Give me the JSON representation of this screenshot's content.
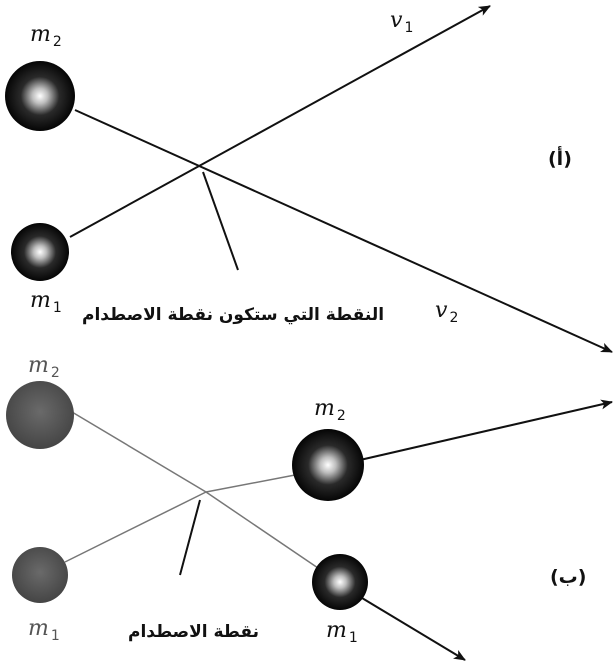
{
  "panel_a": {
    "label": "(أ)",
    "mass2": {
      "symbol": "m",
      "subscript": "2"
    },
    "mass1": {
      "symbol": "m",
      "subscript": "1"
    },
    "v1": {
      "symbol": "v",
      "subscript": "1"
    },
    "v2": {
      "symbol": "v",
      "subscript": "2"
    },
    "collision_point_caption": "النقطة التي ستكون نقطة الاصطدام"
  },
  "panel_b": {
    "label": "(ب)",
    "mass2_before": {
      "symbol": "m",
      "subscript": "2"
    },
    "mass1_before": {
      "symbol": "m",
      "subscript": "1"
    },
    "mass2_after": {
      "symbol": "m",
      "subscript": "2"
    },
    "mass1_after": {
      "symbol": "m",
      "subscript": "1"
    },
    "collision_point_caption": "نقطة الاصطدام"
  },
  "colors": {
    "line": "#111111",
    "ball_dark": "#0a0a0a",
    "ball_faded": "#4a4a4a"
  }
}
